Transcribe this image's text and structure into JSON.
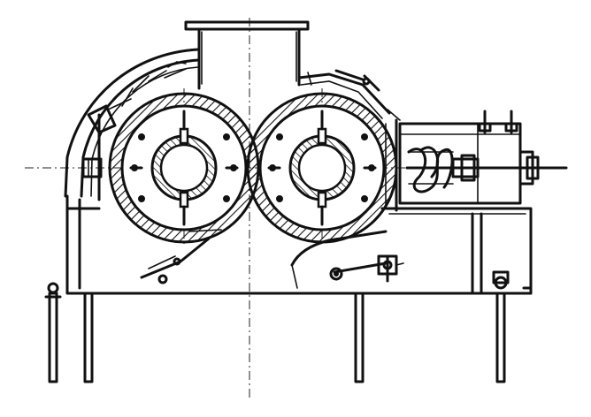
{
  "drawing": {
    "kind": "technical line drawing",
    "ink_color": "#111111",
    "paper_color": "#ffffff",
    "rolls": [
      {
        "name": "left-roll",
        "bolts": 6,
        "keys": 2,
        "hatched_rim": true
      },
      {
        "name": "right-roll",
        "bolts": 6,
        "keys": 2,
        "hatched_rim": true
      }
    ],
    "spring_coils": 4,
    "legs": 4,
    "icons": [
      "hopper",
      "guard",
      "spring",
      "bearing",
      "leg",
      "lever",
      "bolt"
    ]
  }
}
